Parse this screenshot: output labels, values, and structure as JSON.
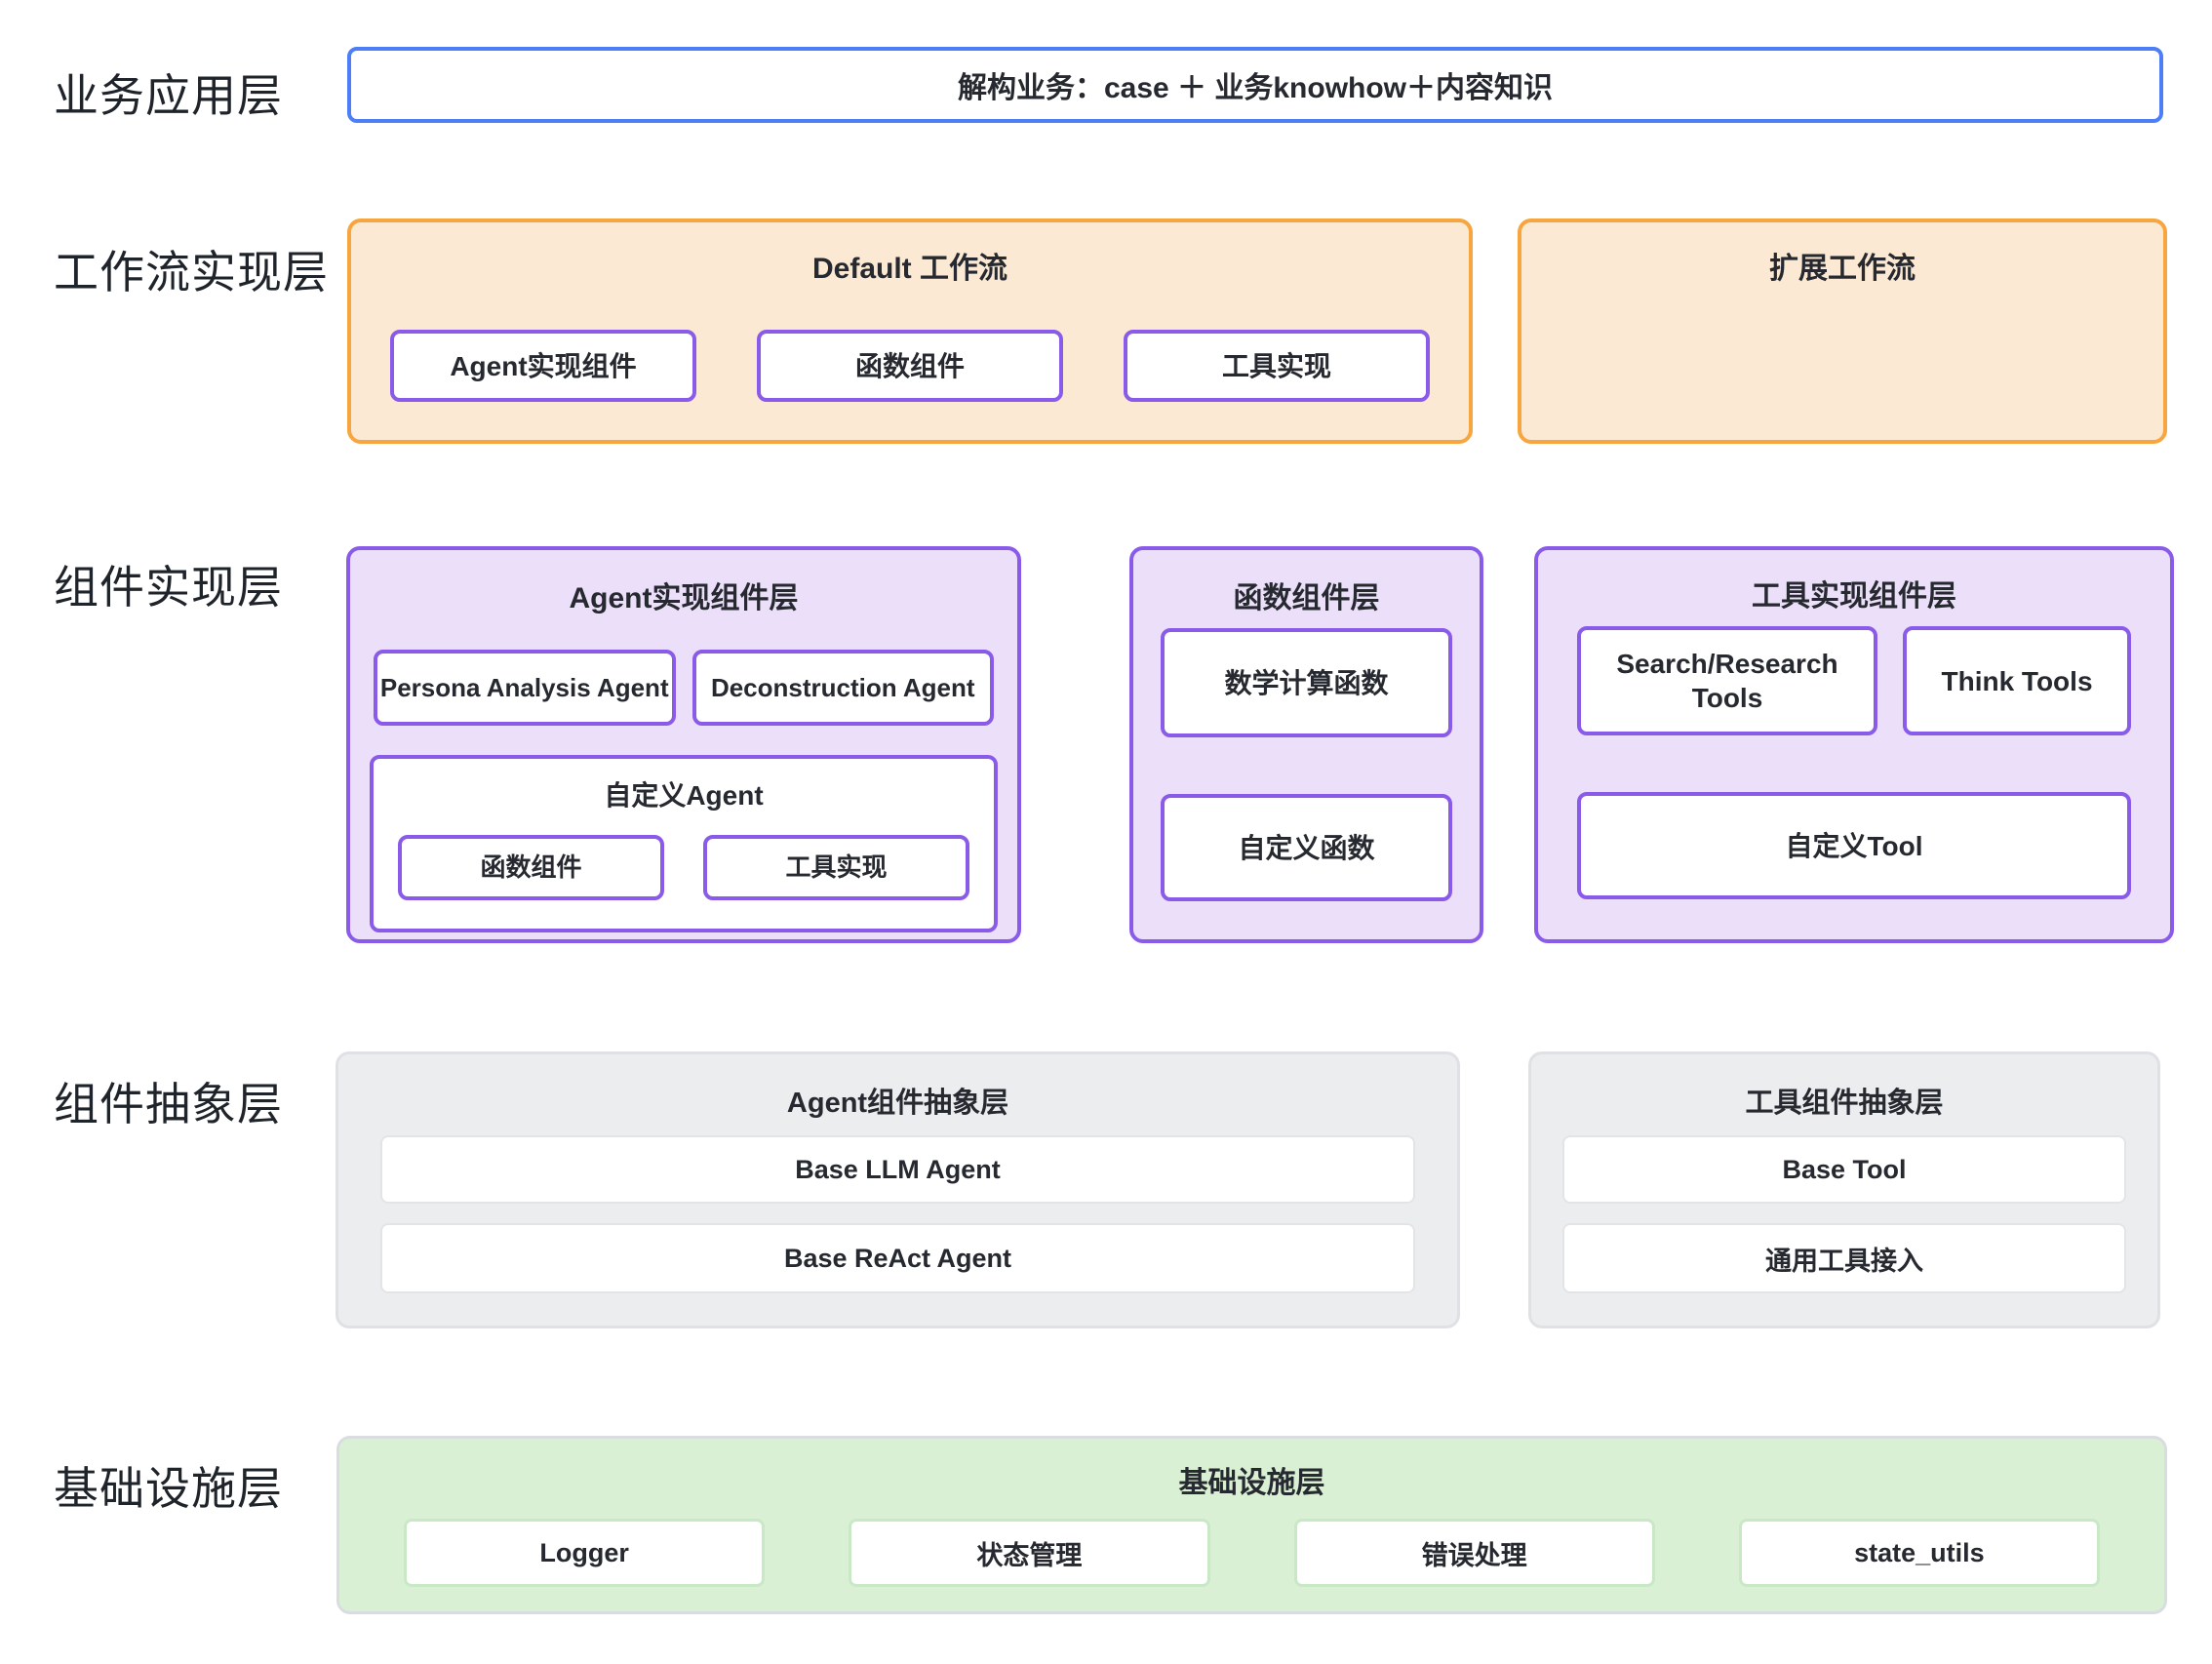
{
  "colors": {
    "banner_border": "#4d7df7",
    "workflow_border": "#f6a53f",
    "workflow_fill": "#fbe9d3",
    "component_border": "#8a5be8",
    "component_fill": "#ecdff9",
    "abstract_fill": "#ecedef",
    "abstract_border": "#dfe1e5",
    "infra_fill": "#d9f0d4",
    "infra_node_border": "#c9e8c5",
    "text": "#26292f"
  },
  "layer_labels": {
    "business": "业务应用层",
    "workflow": "工作流实现层",
    "component_impl": "组件实现层",
    "component_abstract": "组件抽象层",
    "infra": "基础设施层"
  },
  "business": {
    "banner": "解构业务：case ＋ 业务knowhow＋内容知识"
  },
  "workflow": {
    "default": {
      "title": "Default 工作流",
      "items": [
        "Agent实现组件",
        "函数组件",
        "工具实现"
      ]
    },
    "extended": {
      "title": "扩展工作流"
    }
  },
  "component_impl": {
    "agent": {
      "title": "Agent实现组件层",
      "agents": [
        "Persona Analysis Agent",
        "Deconstruction Agent"
      ],
      "custom": {
        "title": "自定义Agent",
        "items": [
          "函数组件",
          "工具实现"
        ]
      }
    },
    "function": {
      "title": "函数组件层",
      "items": [
        "数学计算函数",
        "自定义函数"
      ]
    },
    "tool": {
      "title": "工具实现组件层",
      "row_items": [
        "Search/Research Tools",
        "Think Tools"
      ],
      "bottom": "自定义Tool"
    }
  },
  "component_abstract": {
    "agent": {
      "title": "Agent组件抽象层",
      "items": [
        "Base LLM Agent",
        "Base ReAct Agent"
      ]
    },
    "tool": {
      "title": "工具组件抽象层",
      "items": [
        "Base Tool",
        "通用工具接入"
      ]
    }
  },
  "infra": {
    "title": "基础设施层",
    "items": [
      "Logger",
      "状态管理",
      "错误处理",
      "state_utils"
    ]
  }
}
